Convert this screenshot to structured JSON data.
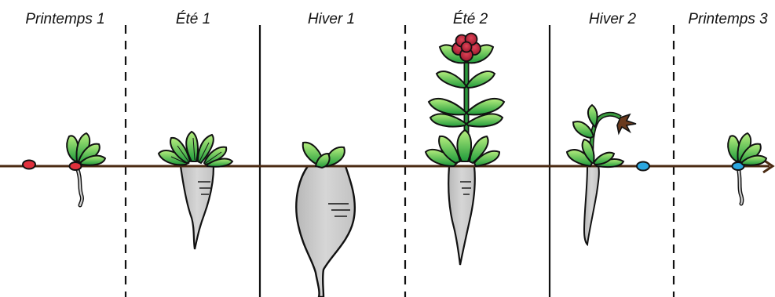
{
  "seasons": [
    {
      "label": "Printemps 1"
    },
    {
      "label": "Été 1"
    },
    {
      "label": "Hiver 1"
    },
    {
      "label": "Été 2"
    },
    {
      "label": "Hiver 2"
    },
    {
      "label": "Printemps 3"
    }
  ],
  "colors": {
    "ground_line": "#4a2a12",
    "leaf_light": "#9be36a",
    "leaf_dark": "#1e9a3a",
    "root_fill": "#c9c9c9",
    "flower": "#c0283c",
    "seed_red": "#e0303c",
    "seed_blue": "#2aa7e0",
    "outline": "#111111"
  },
  "icons": [
    "seed-icon",
    "seedling-icon",
    "rosette-icon",
    "taproot-icon",
    "flowering-plant-icon",
    "dry-flower-icon",
    "arrow-icon"
  ]
}
